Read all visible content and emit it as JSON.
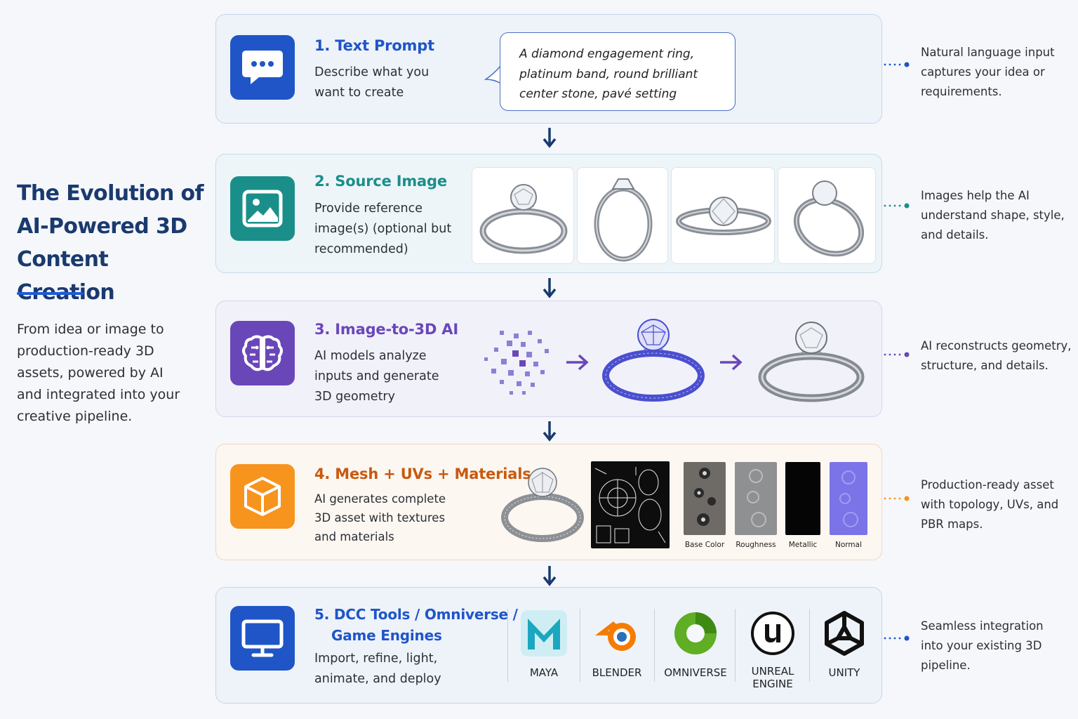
{
  "sidebar": {
    "title": "The Evolution of AI-Powered 3D Content Creation",
    "description": "From idea or image to production-ready 3D assets, powered by AI and integrated into your creative pipeline."
  },
  "steps": [
    {
      "title": "1. Text Prompt",
      "description": "Describe what you want to create",
      "prompt": "A diamond engagement ring, platinum band, round brilliant center stone, pavé setting",
      "note": "Natural language input captures your idea or requirements.",
      "color": "#1f55c7",
      "icon": "chat-bubble-icon"
    },
    {
      "title": "2. Source Image",
      "description": "Provide reference image(s) (optional but recommended)",
      "note": "Images help the AI understand shape, style, and details.",
      "color": "#1a8f8a",
      "icon": "image-icon"
    },
    {
      "title": "3. Image-to-3D AI",
      "description": "AI models analyze inputs and generate 3D geometry",
      "note": "AI reconstructs geometry, structure, and details.",
      "color": "#6a47b8",
      "icon": "brain-icon"
    },
    {
      "title": "4. Mesh + UVs + Materials",
      "description": "AI generates complete 3D asset with textures and materials",
      "note": "Production-ready asset with topology, UVs, and PBR maps.",
      "color": "#c85a10",
      "icon": "cube-icon",
      "maps": [
        "Base Color",
        "Roughness",
        "Metallic",
        "Normal"
      ]
    },
    {
      "title_line1": "5. DCC Tools / Omniverse /",
      "title_line2": "Game Engines",
      "description": "Import, refine, light, animate, and deploy",
      "note": "Seamless integration into your existing 3D pipeline.",
      "color": "#1f55c7",
      "icon": "monitor-icon",
      "tools": [
        "MAYA",
        "BLENDER",
        "OMNIVERSE",
        "UNREAL ENGINE",
        "UNITY"
      ]
    }
  ],
  "colors": {
    "accent_blue": "#1f55c7",
    "teal": "#1a8f8a",
    "purple": "#6a47b8",
    "orange": "#f7941d",
    "title_navy": "#1a3a6e"
  }
}
